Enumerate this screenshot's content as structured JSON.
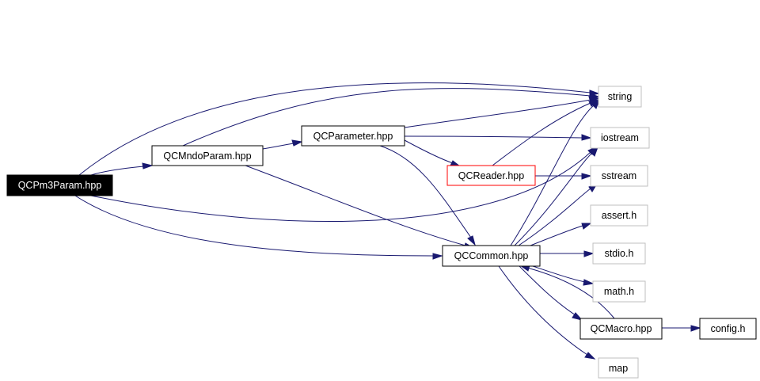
{
  "colors": {
    "edge": "#191970",
    "root_fill": "#000000",
    "root_text": "#ffffff",
    "default_border": "#000000",
    "external_border": "#bfbfbf",
    "highlight_border": "#ff0000",
    "node_fill": "#ffffff",
    "node_text": "#000000"
  },
  "nodes": {
    "qcpm3param": {
      "label": "QCPm3Param.hpp",
      "kind": "root"
    },
    "qcmndoparam": {
      "label": "QCMndoParam.hpp",
      "kind": "default"
    },
    "qcparameter": {
      "label": "QCParameter.hpp",
      "kind": "default"
    },
    "qcreader": {
      "label": "QCReader.hpp",
      "kind": "highlight"
    },
    "qccommon": {
      "label": "QCCommon.hpp",
      "kind": "default"
    },
    "qcmacro": {
      "label": "QCMacro.hpp",
      "kind": "default"
    },
    "config_h": {
      "label": "config.h",
      "kind": "default"
    },
    "string": {
      "label": "string",
      "kind": "external"
    },
    "iostream": {
      "label": "iostream",
      "kind": "external"
    },
    "sstream": {
      "label": "sstream",
      "kind": "external"
    },
    "assert_h": {
      "label": "assert.h",
      "kind": "external"
    },
    "stdio_h": {
      "label": "stdio.h",
      "kind": "external"
    },
    "math_h": {
      "label": "math.h",
      "kind": "external"
    },
    "map": {
      "label": "map",
      "kind": "external"
    }
  },
  "edges": [
    [
      "qcpm3param",
      "qcmndoparam"
    ],
    [
      "qcpm3param",
      "string"
    ],
    [
      "qcpm3param",
      "iostream"
    ],
    [
      "qcpm3param",
      "qccommon"
    ],
    [
      "qcmndoparam",
      "qcparameter"
    ],
    [
      "qcmndoparam",
      "string"
    ],
    [
      "qcmndoparam",
      "qccommon"
    ],
    [
      "qcparameter",
      "string"
    ],
    [
      "qcparameter",
      "iostream"
    ],
    [
      "qcparameter",
      "qcreader"
    ],
    [
      "qcparameter",
      "qccommon"
    ],
    [
      "qcreader",
      "string"
    ],
    [
      "qcreader",
      "sstream"
    ],
    [
      "qccommon",
      "string"
    ],
    [
      "qccommon",
      "iostream"
    ],
    [
      "qccommon",
      "sstream"
    ],
    [
      "qccommon",
      "assert_h"
    ],
    [
      "qccommon",
      "stdio_h"
    ],
    [
      "qccommon",
      "math_h"
    ],
    [
      "qccommon",
      "qcmacro"
    ],
    [
      "qccommon",
      "map"
    ],
    [
      "qcmacro",
      "qccommon"
    ],
    [
      "qcmacro",
      "config_h"
    ]
  ]
}
